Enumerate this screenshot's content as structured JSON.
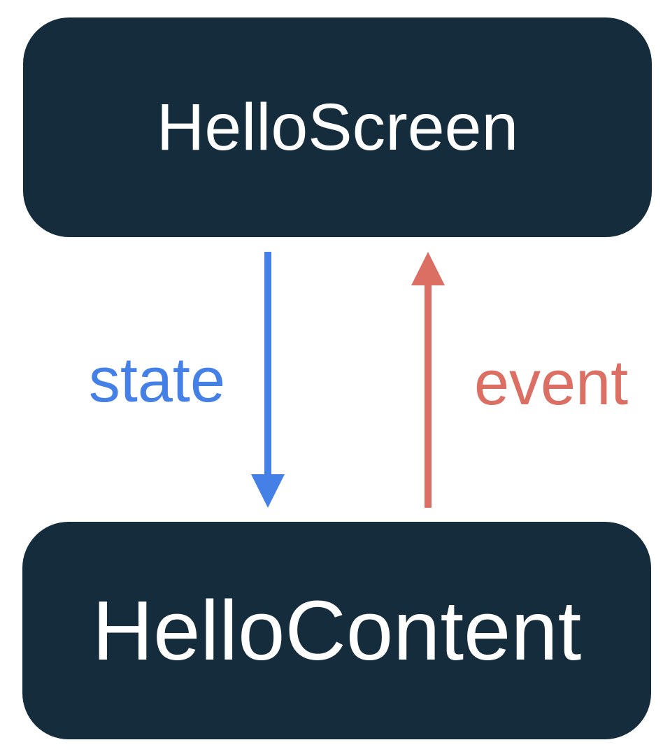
{
  "diagram": {
    "background_color": "#ffffff",
    "nodes": [
      {
        "id": "hello-screen",
        "label": "HelloScreen",
        "fill": "#152c3d",
        "text_color": "#ffffff"
      },
      {
        "id": "hello-content",
        "label": "HelloContent",
        "fill": "#152c3d",
        "text_color": "#ffffff"
      }
    ],
    "edges": [
      {
        "id": "state",
        "label": "state",
        "from": "hello-screen",
        "to": "hello-content",
        "direction": "down",
        "color": "#4580e6"
      },
      {
        "id": "event",
        "label": "event",
        "from": "hello-content",
        "to": "hello-screen",
        "direction": "up",
        "color": "#db6f64"
      }
    ]
  }
}
